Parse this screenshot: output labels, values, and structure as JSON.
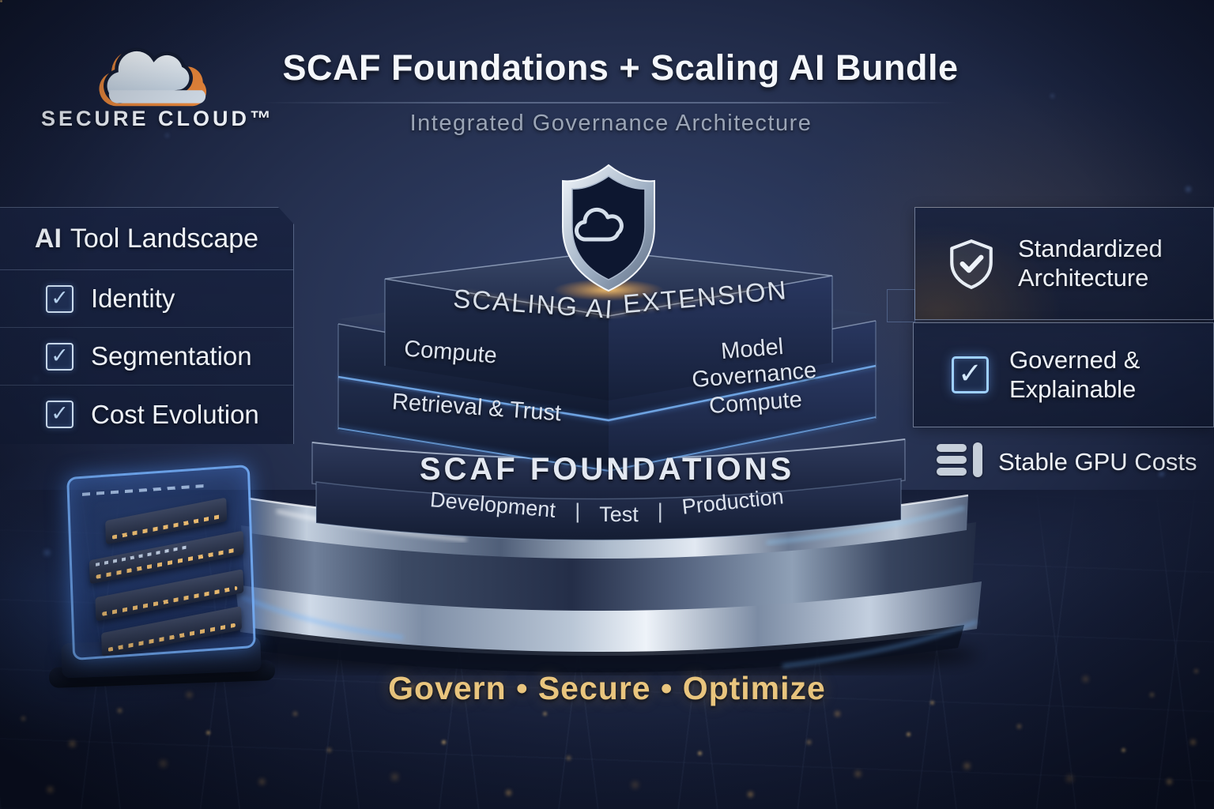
{
  "brand": {
    "name": "SECURE CLOUD™"
  },
  "header": {
    "title": "SCAF Foundations + Scaling AI Bundle",
    "subtitle": "Integrated Governance Architecture"
  },
  "left_panel": {
    "title_strong": "AI",
    "title_rest": "Tool Landscape",
    "items": [
      {
        "label": "Identity",
        "checked": true
      },
      {
        "label": "Segmentation",
        "checked": true
      },
      {
        "label": "Cost Evolution",
        "checked": true
      }
    ]
  },
  "right_panel": {
    "cards": [
      {
        "icon": "shield-check-icon",
        "line1": "Standardized",
        "line2": "Architecture"
      },
      {
        "icon": "checkbox-checked-icon",
        "line1": "Governed &",
        "line2": "Explainable"
      }
    ],
    "footer": {
      "icon": "gpu-stack-icon",
      "label": "Stable GPU Costs"
    }
  },
  "podium": {
    "top_tier": {
      "label": "SCALING AI EXTENSION",
      "segment_left": "SCALING AI",
      "segment_right": "EXTENSION"
    },
    "middle_tier": {
      "rows": [
        {
          "left": "Compute",
          "right": "Model Governance"
        },
        {
          "left": "Retrieval & Trust",
          "right": "Compute"
        }
      ]
    },
    "base_tier": {
      "title": "SCAF FOUNDATIONS",
      "environments": [
        "Development",
        "Test",
        "Production"
      ],
      "separator": "|"
    }
  },
  "tagline": "Govern • Secure • Optimize",
  "icons": {
    "check_glyph": "✓"
  },
  "colors": {
    "accent_blue": "#5fa8ff",
    "gold": "#e9c57e",
    "logo_orange": "#df8138",
    "silver": "#d8e0ec",
    "background_navy": "#1c2646"
  }
}
